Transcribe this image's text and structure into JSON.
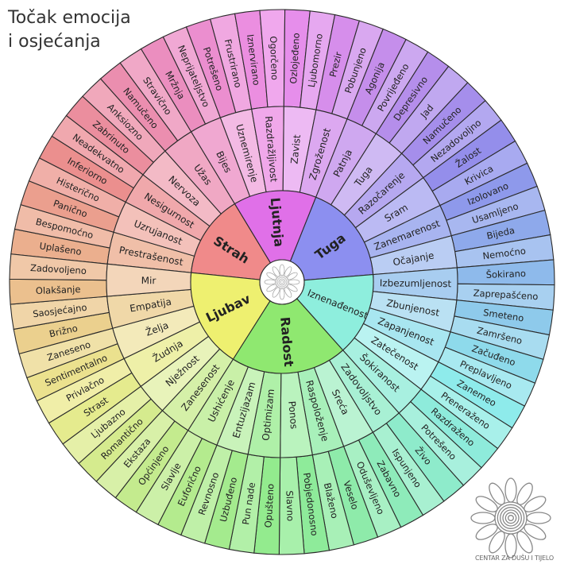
{
  "title": {
    "line1": "Točak emocija",
    "line2": "i osjećanja"
  },
  "logo": {
    "text": "CENTAR ZA DUŠU I TIJELO"
  },
  "wheel": [
    {
      "label": "Strah",
      "color": "#f08a8a",
      "children": [
        {
          "label": "Prestrašenost",
          "children": [
            "Uplašeno",
            "Bespomoćno"
          ]
        },
        {
          "label": "Uzrujanost",
          "children": [
            "Panično",
            "Histerično"
          ]
        },
        {
          "label": "Nesigurnost",
          "children": [
            "Inferiorno",
            "Neadekvatno"
          ]
        },
        {
          "label": "Nervoza",
          "children": [
            "Zabrinuto",
            "Anksiozno"
          ]
        },
        {
          "label": "Užas",
          "children": [
            "Namučeno",
            "Stravično"
          ]
        }
      ]
    },
    {
      "label": "Ljutnja",
      "color": "#e070e8",
      "children": [
        {
          "label": "Bijes",
          "children": [
            "Mržnja",
            "Neprijateljstvo"
          ]
        },
        {
          "label": "Uznemirenje",
          "children": [
            "Potrešeno",
            "Frustrirano"
          ]
        },
        {
          "label": "Razdražljivost",
          "children": [
            "Iznervirano",
            "Ogorčeno"
          ]
        },
        {
          "label": "Zavist",
          "children": [
            "Ozlojeđeno",
            "Ljubomorno"
          ]
        },
        {
          "label": "Zgroženost",
          "children": [
            "Prezir",
            "Pobunjeno"
          ]
        }
      ]
    },
    {
      "label": "Tuga",
      "color": "#8c8ff0",
      "children": [
        {
          "label": "Patnja",
          "children": [
            "Agonija",
            "Povrijeđeno"
          ]
        },
        {
          "label": "Tuga",
          "children": [
            "Depresivno",
            "Jad"
          ]
        },
        {
          "label": "Razočarenje",
          "children": [
            "Namučeno",
            "Nezadovoljno"
          ]
        },
        {
          "label": "Sram",
          "children": [
            "Žalost",
            "Krivica"
          ]
        },
        {
          "label": "Zanemarenost",
          "children": [
            "Izolovano",
            "Usamljeno"
          ]
        },
        {
          "label": "Očajanje",
          "children": [
            "Bijeda",
            "Nemoćno"
          ]
        }
      ]
    },
    {
      "label": "Iznenađenost",
      "color": "#8eeedd",
      "children": [
        {
          "label": "Izbezumljenost",
          "children": [
            "Šokirano",
            "Zaprepašćeno"
          ]
        },
        {
          "label": "Zbunjenost",
          "children": [
            "Smeteno",
            "Zamršeno"
          ]
        },
        {
          "label": "Zapanjenost",
          "children": [
            "Začuđeno",
            "Preplavljeno"
          ]
        },
        {
          "label": "Zatečenost",
          "children": [
            "Zanemeo",
            "Preneraženo"
          ]
        },
        {
          "label": "Šokiranost",
          "children": [
            "Razdraženo",
            "Potrešeno"
          ]
        }
      ]
    },
    {
      "label": "Radost",
      "color": "#8fe870",
      "children": [
        {
          "label": "Zadovoljstvo",
          "children": [
            "Živo",
            "Ispunjeno"
          ]
        },
        {
          "label": "Sreća",
          "children": [
            "Zabavno",
            "Oduševljeno"
          ]
        },
        {
          "label": "Raspoloženje",
          "children": [
            "Veselo",
            "Blaženo"
          ]
        },
        {
          "label": "Ponos",
          "children": [
            "Pobjedonosno",
            "Slavno"
          ]
        },
        {
          "label": "Optimizam",
          "children": [
            "Opušteno",
            "Pun nade"
          ]
        },
        {
          "label": "Entuzijazam",
          "children": [
            "Uzbuđeno",
            "Revnosno"
          ]
        },
        {
          "label": "Ushićenje",
          "children": [
            "Euforično",
            "Slavlje"
          ]
        }
      ]
    },
    {
      "label": "Ljubav",
      "color": "#eef070",
      "children": [
        {
          "label": "Zanesenost",
          "children": [
            "Općinjeno",
            "Ekstaza"
          ]
        },
        {
          "label": "Nježnost",
          "children": [
            "Romantično",
            "Ljubazno"
          ]
        },
        {
          "label": "Žudnja",
          "children": [
            "Strast",
            "Privlačno"
          ]
        },
        {
          "label": "Želja",
          "children": [
            "Sentimentalno",
            "Zaneseno"
          ]
        },
        {
          "label": "Empatija",
          "children": [
            "Brižno",
            "Saosjećajno"
          ]
        },
        {
          "label": "Mir",
          "children": [
            "Olakšanje",
            "Zadovoljeno"
          ]
        }
      ]
    }
  ]
}
